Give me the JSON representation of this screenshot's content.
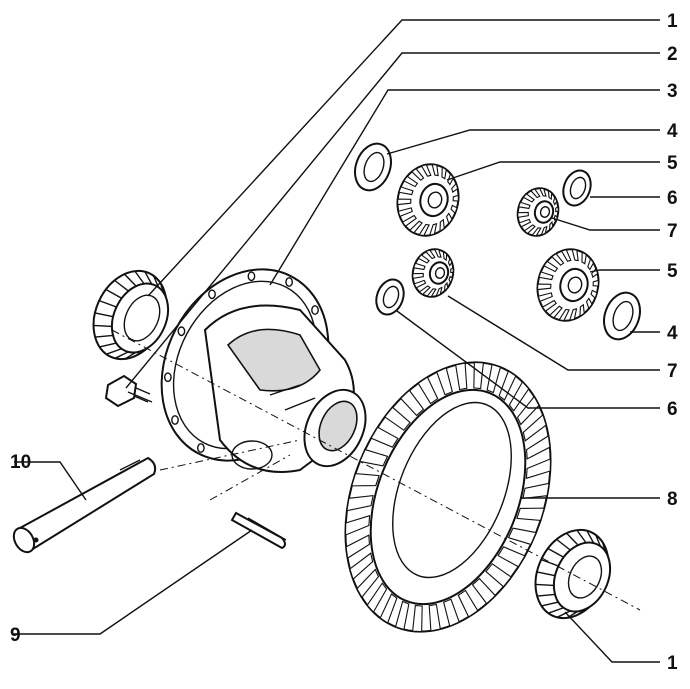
{
  "callouts": [
    {
      "id": "c1a",
      "label": "1"
    },
    {
      "id": "c2",
      "label": "2"
    },
    {
      "id": "c3",
      "label": "3"
    },
    {
      "id": "c4a",
      "label": "4"
    },
    {
      "id": "c5a",
      "label": "5"
    },
    {
      "id": "c6a",
      "label": "6"
    },
    {
      "id": "c7a",
      "label": "7"
    },
    {
      "id": "c5b",
      "label": "5"
    },
    {
      "id": "c4b",
      "label": "4"
    },
    {
      "id": "c7b",
      "label": "7"
    },
    {
      "id": "c6b",
      "label": "6"
    },
    {
      "id": "c8",
      "label": "8"
    },
    {
      "id": "c1b",
      "label": "1"
    },
    {
      "id": "c10",
      "label": "10"
    },
    {
      "id": "c9",
      "label": "9"
    }
  ]
}
